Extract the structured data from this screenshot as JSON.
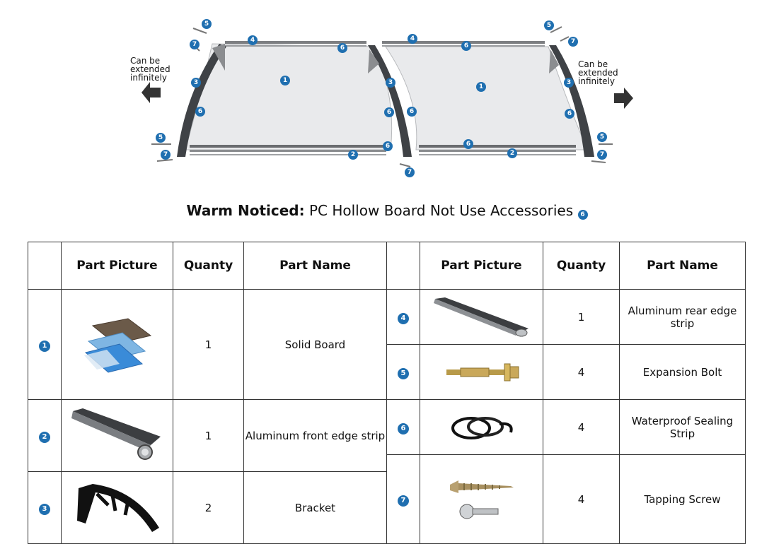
{
  "diagram": {
    "extend_left": "Can be extended infinitely",
    "extend_right": "Can be extended infinitely",
    "callouts": [
      "1",
      "2",
      "3",
      "4",
      "5",
      "6",
      "7"
    ]
  },
  "notice": {
    "bold": "Warm Noticed:",
    "text": "PC Hollow Board Not Use Accessories",
    "ref": "6"
  },
  "table": {
    "headers": [
      "Part Picture",
      "Quanty",
      "Part Name",
      "Part Picture",
      "Quanty",
      "Part Name"
    ],
    "left_rows": [
      {
        "num": "1",
        "qty": "1",
        "name": "Solid Board",
        "icon": "board-sheets-icon"
      },
      {
        "num": "2",
        "qty": "1",
        "name": "Aluminum front edge strip",
        "icon": "front-strip-icon"
      },
      {
        "num": "3",
        "qty": "2",
        "name": "Bracket",
        "icon": "bracket-icon"
      }
    ],
    "right_rows": [
      {
        "num": "4",
        "qty": "1",
        "name": "Aluminum rear edge strip",
        "icon": "rear-strip-icon"
      },
      {
        "num": "5",
        "qty": "4",
        "name": "Expansion Bolt",
        "icon": "expansion-bolt-icon"
      },
      {
        "num": "6",
        "qty": "4",
        "name": "Waterproof Sealing Strip",
        "icon": "sealing-strip-icon"
      },
      {
        "num": "7",
        "qty": "4",
        "name": "Tapping Screw",
        "icon": "tapping-screw-icon"
      }
    ]
  }
}
